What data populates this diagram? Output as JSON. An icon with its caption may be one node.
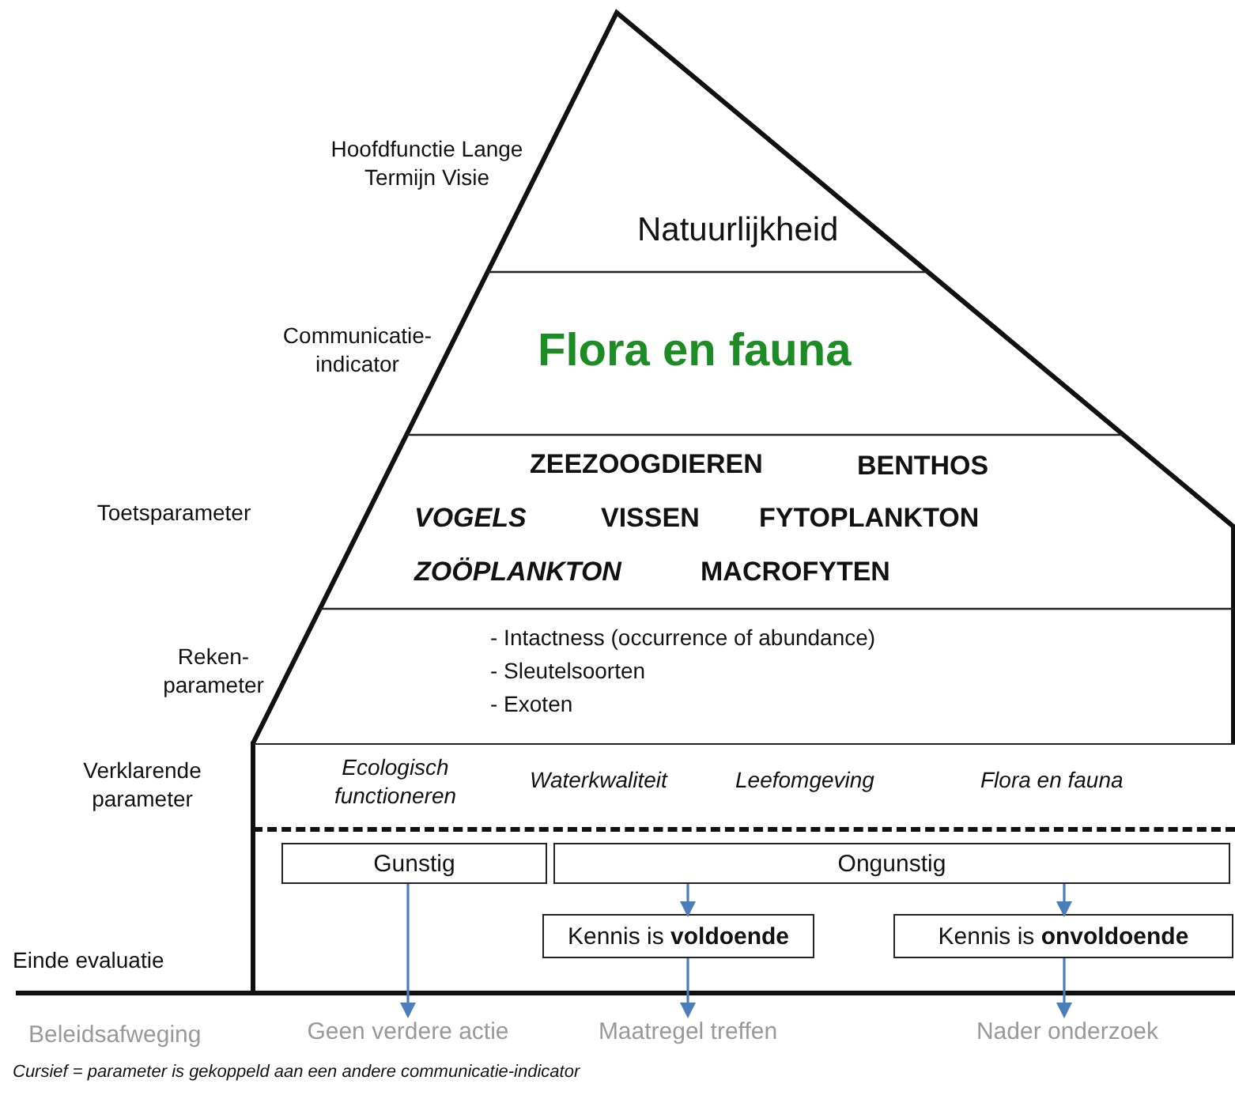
{
  "diagram": {
    "caption": "Cursief = parameter is gekoppeld aan een andere communicatie-indicator",
    "nodes": [
      {
        "text": [
          "Natuurlijkheid"
        ]
      },
      {
        "text": [
          "Flora en fauna"
        ]
      },
      {
        "text": [
          "ZEEZOOGDIEREN",
          "BENTHOS",
          "VOGELS",
          "VISSEN",
          "FYTOPLANKTON",
          "ZOÖPLANKTON",
          "MACROFYTEN"
        ]
      },
      {
        "text": [
          "- Intactness (occurrence of abundance)",
          "- Sleutelsoorten",
          "- Exoten"
        ]
      },
      {
        "text": [
          "Ecologisch functioneren",
          "Waterkwaliteit",
          "Leefomgeving",
          "Flora en fauna"
        ]
      },
      {
        "text": [
          "Gunstig"
        ]
      },
      {
        "text": [
          "Ongunstig"
        ]
      },
      {
        "text": [
          "Kennis is **voldoende**"
        ]
      },
      {
        "text": [
          "Kennis is **onvoldoende**"
        ]
      },
      {
        "text": [
          "Geen verdere actie"
        ]
      },
      {
        "text": [
          "Maatregel treffen"
        ]
      },
      {
        "text": [
          "Nader onderzoek"
        ]
      }
    ],
    "edges": [
      {
        "from": 5,
        "to": 9,
        "arrow": "to"
      },
      {
        "from": 6,
        "to": 7,
        "arrow": "to"
      },
      {
        "from": 6,
        "to": 8,
        "arrow": "to"
      },
      {
        "from": 7,
        "to": 10,
        "arrow": "to"
      },
      {
        "from": 8,
        "to": 11,
        "arrow": "to"
      }
    ],
    "labels": [
      "Hoofdfunctie Lange Termijn Visie",
      "Communicatie- indicator",
      "Toetsparameter",
      "Reken- parameter",
      "Verklarende parameter",
      "Einde evaluatie",
      "Beleidsafweging"
    ]
  }
}
